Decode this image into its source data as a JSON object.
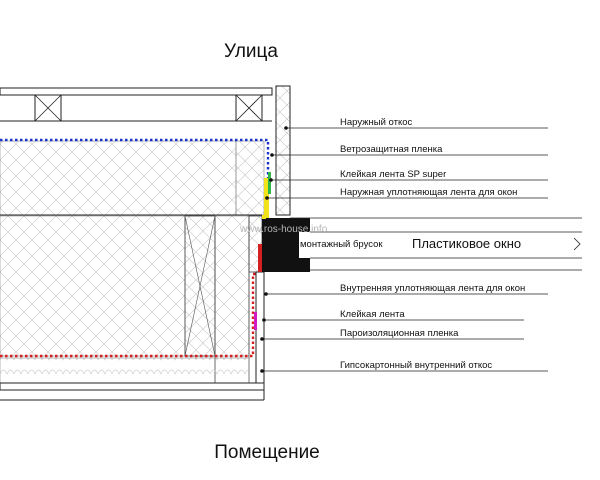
{
  "headings": {
    "outside": "Улица",
    "inside": "Помещение"
  },
  "window_label": "Пластиковое окно",
  "bar_label": "монтажный брусок",
  "watermark": "www.ros-house.info",
  "callouts": [
    {
      "id": "outer-slope",
      "text": "Наружный откос"
    },
    {
      "id": "wind-film",
      "text": "Ветрозащитная пленка"
    },
    {
      "id": "tape-sp",
      "text": "Клейкая лента SP super"
    },
    {
      "id": "outer-seal",
      "text": "Наружная уплотняющая лента для окон"
    },
    {
      "id": "inner-seal",
      "text": "Внутренняя уплотняющая лента для окон"
    },
    {
      "id": "tape",
      "text": "Клейкая лента"
    },
    {
      "id": "vapor-film",
      "text": "Пароизоляционная пленка"
    },
    {
      "id": "drywall-slope",
      "text": "Гипсокартонный внутренний откос"
    }
  ],
  "colors": {
    "wind_film": "#1a35c8",
    "vapor_film": "#d42020",
    "outer_seal": "#f2e21a",
    "tape_green": "#2fb84a",
    "tape_magenta": "#d21bc4",
    "window_frame": "#111111"
  }
}
